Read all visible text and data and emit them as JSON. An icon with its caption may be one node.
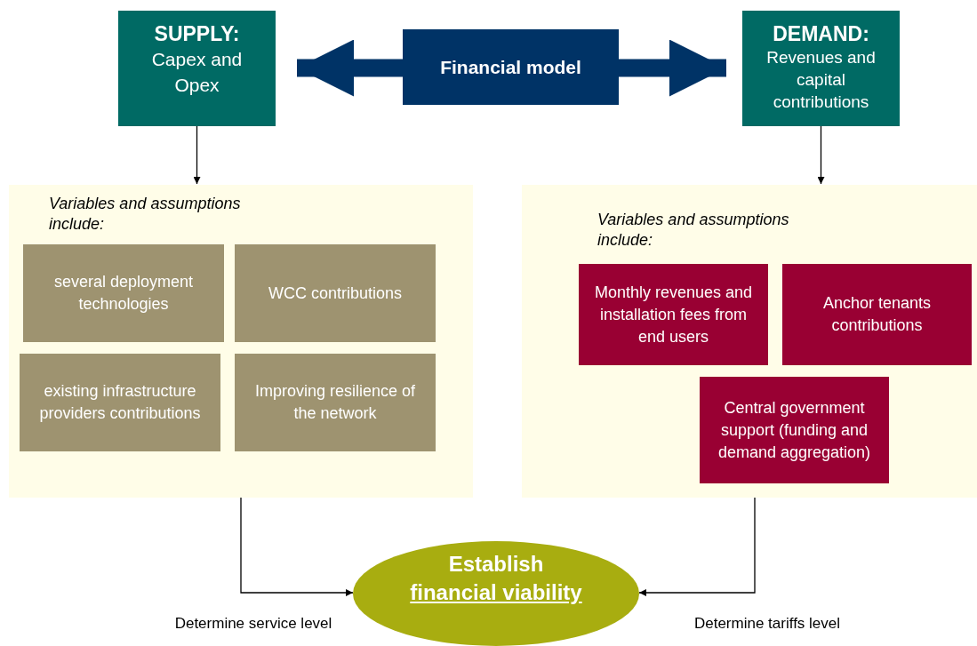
{
  "diagram": {
    "nodes": [
      {
        "text": [
          "SUPPLY:",
          "Capex and Opex"
        ]
      },
      {
        "text": [
          "Financial model"
        ]
      },
      {
        "text": [
          "DEMAND:",
          "Revenues and capital contributions"
        ]
      },
      {
        "text": [
          "Variables and assumptions include:"
        ]
      },
      {
        "text": [
          "several deployment technologies"
        ],
        "in": 3
      },
      {
        "text": [
          "WCC contributions"
        ],
        "in": 3
      },
      {
        "text": [
          "existing infrastructure providers contributions"
        ],
        "in": 3
      },
      {
        "text": [
          "Improving resilience of the network"
        ],
        "in": 3
      },
      {
        "text": [
          "Variables and assumptions include:"
        ]
      },
      {
        "text": [
          "Monthly revenues and installation fees from end users"
        ],
        "in": 8
      },
      {
        "text": [
          "Anchor  tenants contributions"
        ],
        "in": 8
      },
      {
        "text": [
          "Central government support (funding and demand aggregation)"
        ],
        "in": 8
      },
      {
        "text": [
          "Establish",
          "financial viability"
        ]
      }
    ],
    "edges": [
      {
        "from": 1,
        "to": 0,
        "arrow": "to",
        "style": "thick",
        "color": "#003366"
      },
      {
        "from": 1,
        "to": 2,
        "arrow": "to",
        "style": "thick",
        "color": "#003366"
      },
      {
        "from": 0,
        "to": 3,
        "arrow": "to"
      },
      {
        "from": 2,
        "to": 8,
        "arrow": "to"
      },
      {
        "from": 3,
        "to": 12,
        "arrow": "to",
        "label": "Determine service level"
      },
      {
        "from": 8,
        "to": 12,
        "arrow": "to",
        "label": "Determine tariffs level"
      }
    ]
  }
}
